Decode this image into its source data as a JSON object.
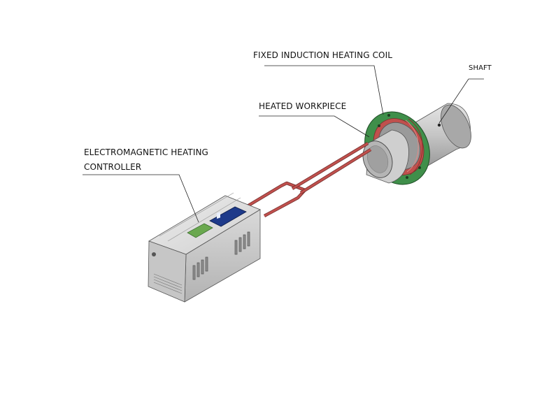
{
  "labels": {
    "coil": "FIXED INDUCTION HEATING COIL",
    "shaft": "SHAFT",
    "workpiece": "HEATED WORKPIECE",
    "controller_line1": "ELECTROMAGNETIC HEATING",
    "controller_line2": "CONTROLLER"
  },
  "colors": {
    "cable": "#c0504d",
    "coil_ring": "#3f8f4a",
    "shaft": "#bdbdbd",
    "controller_body": "#d4d4d4",
    "display_blue": "#1e3a8a",
    "pcb_green": "#6aa84f"
  }
}
